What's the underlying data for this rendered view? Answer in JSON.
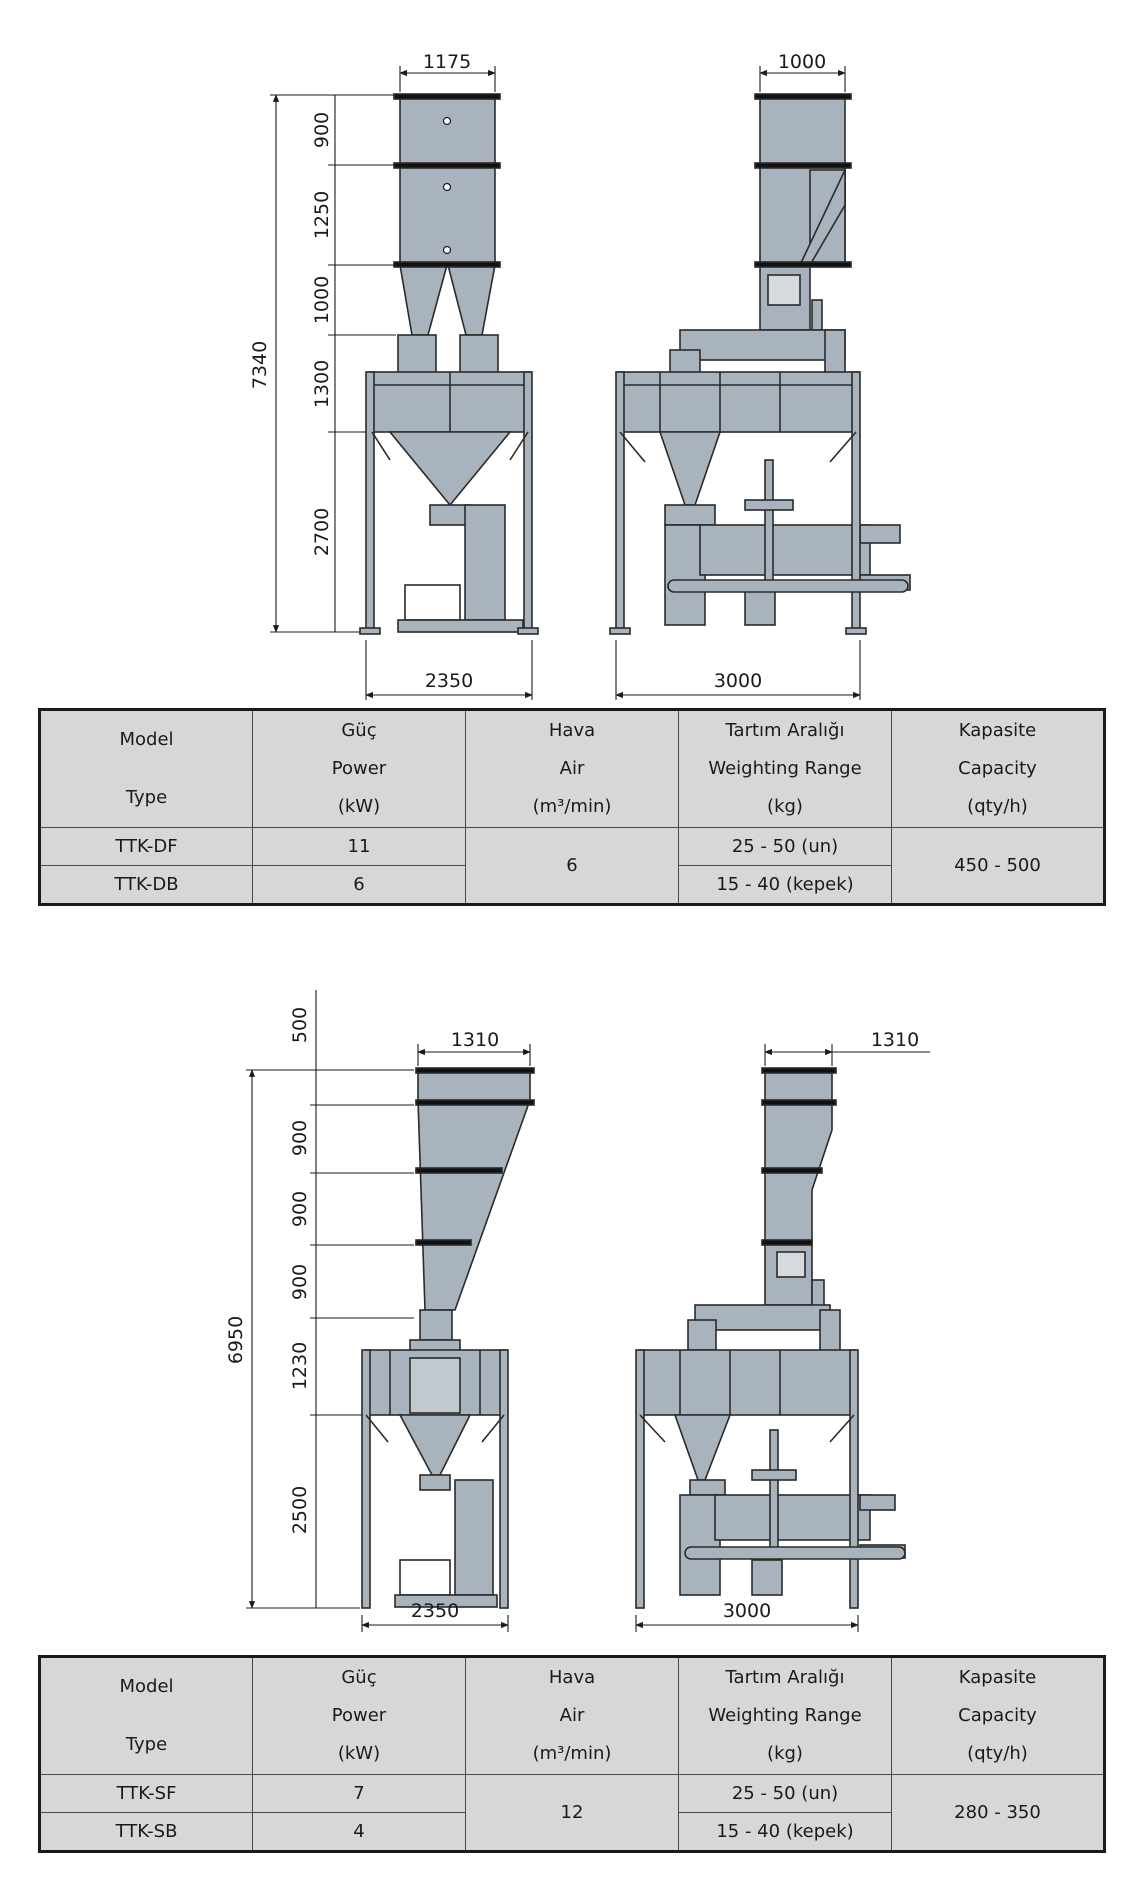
{
  "machines": [
    {
      "dims": {
        "left": {
          "top": "1175",
          "bottom": "2350",
          "total": "7340",
          "sections": [
            "900",
            "1250",
            "1000",
            "1300",
            "2700"
          ]
        },
        "right": {
          "top": "1000",
          "bottom": "3000"
        }
      },
      "table": {
        "headers": [
          {
            "l1": "Model",
            "l2": "Type"
          },
          {
            "l1": "Güç",
            "l2": "Power",
            "l3": "(kW)"
          },
          {
            "l1": "Hava",
            "l2": "Air",
            "l3": "(m³/min)"
          },
          {
            "l1": "Tartım Aralığı",
            "l2": "Weighting Range",
            "l3": "(kg)"
          },
          {
            "l1": "Kapasite",
            "l2": "Capacity",
            "l3": "(qty/h)"
          }
        ],
        "rows": [
          {
            "model": "TTK-DF",
            "power": "11",
            "range": "25 - 50 (un)"
          },
          {
            "model": "TTK-DB",
            "power": "6",
            "range": "15 - 40 (kepek)"
          }
        ],
        "air": "6",
        "capacity": "450 - 500"
      }
    },
    {
      "dims": {
        "left": {
          "top": "1310",
          "bottom": "2350",
          "total": "6950",
          "sections": [
            "500",
            "900",
            "900",
            "900",
            "1230",
            "2500"
          ]
        },
        "right": {
          "top": "1310",
          "bottom": "3000"
        }
      },
      "table": {
        "headers": [
          {
            "l1": "Model",
            "l2": "Type"
          },
          {
            "l1": "Güç",
            "l2": "Power",
            "l3": "(kW)"
          },
          {
            "l1": "Hava",
            "l2": "Air",
            "l3": "(m³/min)"
          },
          {
            "l1": "Tartım Aralığı",
            "l2": "Weighting Range",
            "l3": "(kg)"
          },
          {
            "l1": "Kapasite",
            "l2": "Capacity",
            "l3": "(qty/h)"
          }
        ],
        "rows": [
          {
            "model": "TTK-SF",
            "power": "7",
            "range": "25 - 50 (un)"
          },
          {
            "model": "TTK-SB",
            "power": "4",
            "range": "15 - 40  (kepek)"
          }
        ],
        "air": "12",
        "capacity": "280 - 350"
      }
    }
  ]
}
